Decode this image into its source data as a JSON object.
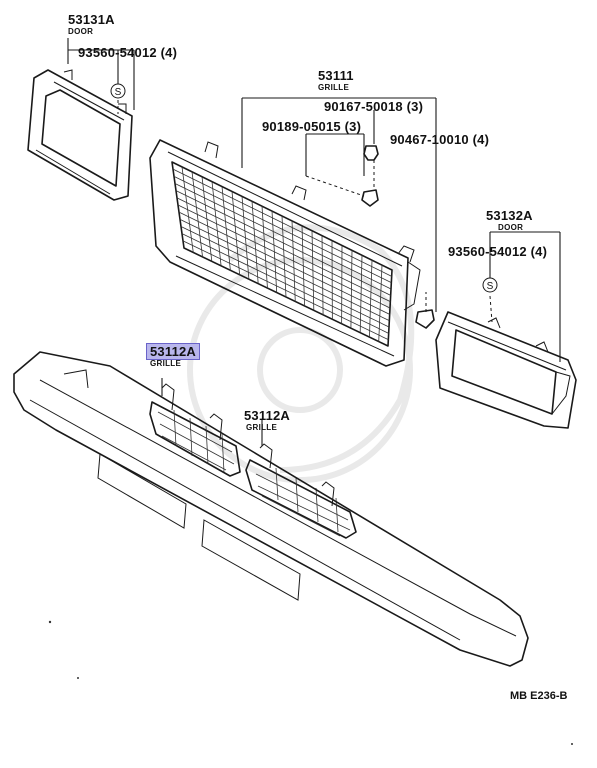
{
  "labels": {
    "door_left_part": "53131A",
    "door_left_name": "DOOR",
    "door_left_screw": "93560-54012 (4)",
    "grille_part": "53111",
    "grille_name": "GRILLE",
    "grille_fastener_a": "90167-50018 (3)",
    "grille_fastener_b": "90189-05015 (3)",
    "grille_fastener_c": "90467-10010 (4)",
    "door_right_part": "53132A",
    "door_right_name": "DOOR",
    "door_right_screw": "93560-54012 (4)",
    "lower_grille_left_part": "53112A",
    "lower_grille_left_name": "GRILLE",
    "lower_grille_right_part": "53112A",
    "lower_grille_right_name": "GRILLE",
    "screw_symbol": "S",
    "figure_ref": "MB E236-B"
  },
  "highlight_color": "#b9b6ec"
}
